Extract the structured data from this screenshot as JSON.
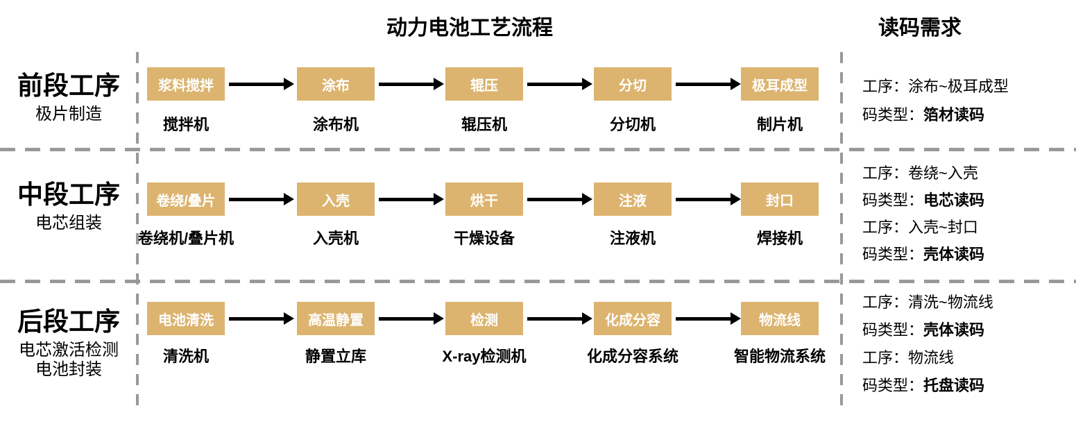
{
  "title": "动力电池工艺流程",
  "requirements_header": "读码需求",
  "colors": {
    "box_fill": "#DCB46F",
    "box_text": "#FFFFFF",
    "divider": "#999999",
    "arrow": "#000000",
    "text": "#000000"
  },
  "rows": [
    {
      "stage": "前段工序",
      "sub1": "极片制造",
      "steps": [
        {
          "box": "浆料搅拌",
          "machine": "搅拌机"
        },
        {
          "box": "涂布",
          "machine": "涂布机"
        },
        {
          "box": "辊压",
          "machine": "辊压机"
        },
        {
          "box": "分切",
          "machine": "分切机"
        },
        {
          "box": "极耳成型",
          "machine": "制片机"
        }
      ],
      "reqs": [
        {
          "prefix": "工序：",
          "value": "涂布~极耳成型"
        },
        {
          "prefix": "码类型：",
          "value": "箔材读码"
        }
      ]
    },
    {
      "stage": "中段工序",
      "sub1": "电芯组装",
      "steps": [
        {
          "box": "卷绕/叠片",
          "machine": "卷绕机/叠片机"
        },
        {
          "box": "入壳",
          "machine": "入壳机"
        },
        {
          "box": "烘干",
          "machine": "干燥设备"
        },
        {
          "box": "注液",
          "machine": "注液机"
        },
        {
          "box": "封口",
          "machine": "焊接机"
        }
      ],
      "reqs": [
        {
          "prefix": "工序：",
          "value": "卷绕~入壳"
        },
        {
          "prefix": "码类型：",
          "value": "电芯读码"
        },
        {
          "prefix": "工序：",
          "value": "入壳~封口"
        },
        {
          "prefix": "码类型：",
          "value": "壳体读码"
        }
      ]
    },
    {
      "stage": "后段工序",
      "sub1": "电芯激活检测",
      "sub2": "电池封装",
      "steps": [
        {
          "box": "电池清洗",
          "machine": "清洗机"
        },
        {
          "box": "高温静置",
          "machine": "静置立库"
        },
        {
          "box": "检测",
          "machine": "X-ray检测机"
        },
        {
          "box": "化成分容",
          "machine": "化成分容系统"
        },
        {
          "box": "物流线",
          "machine": "智能物流系统"
        }
      ],
      "reqs": [
        {
          "prefix": "工序：",
          "value": "清洗~物流线"
        },
        {
          "prefix": "码类型：",
          "value": "壳体读码"
        },
        {
          "prefix": "工序：",
          "value": "物流线"
        },
        {
          "prefix": "码类型：",
          "value": "托盘读码"
        }
      ]
    }
  ]
}
